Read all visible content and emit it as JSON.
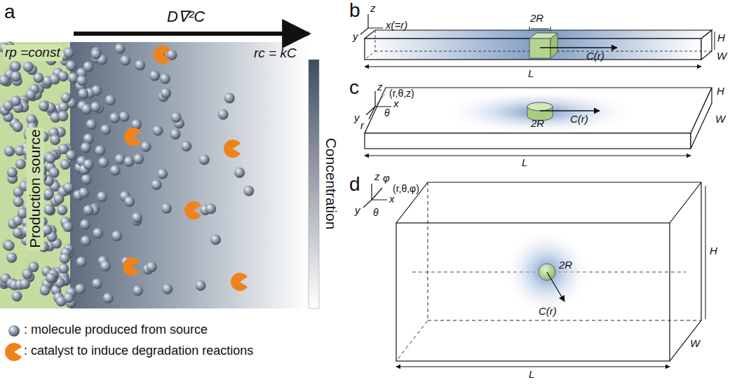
{
  "diagram": {
    "nodes": [
      {
        "text": [
          "rp =const",
          "Production source"
        ]
      }
    ],
    "labels": [
      "a",
      "D∇²C",
      "rc = kC",
      "Concentration",
      "b",
      "z",
      "y",
      "x(=r)",
      "2R",
      "C(r)",
      "H",
      "W",
      "L",
      "c",
      "z",
      "(r,θ,z)",
      "y",
      "x",
      "θ",
      "r",
      "2R",
      "C(r)",
      "H",
      "W",
      "L",
      "d",
      "z",
      "φ",
      "(r,θ,φ)",
      "y",
      "x",
      "θ",
      "2R",
      "C(r)",
      "H",
      "W",
      "L"
    ],
    "legend": [
      {
        "text": ": molecule produced from source"
      },
      {
        "text": ": catalyst to induce degradation reactions"
      }
    ]
  }
}
